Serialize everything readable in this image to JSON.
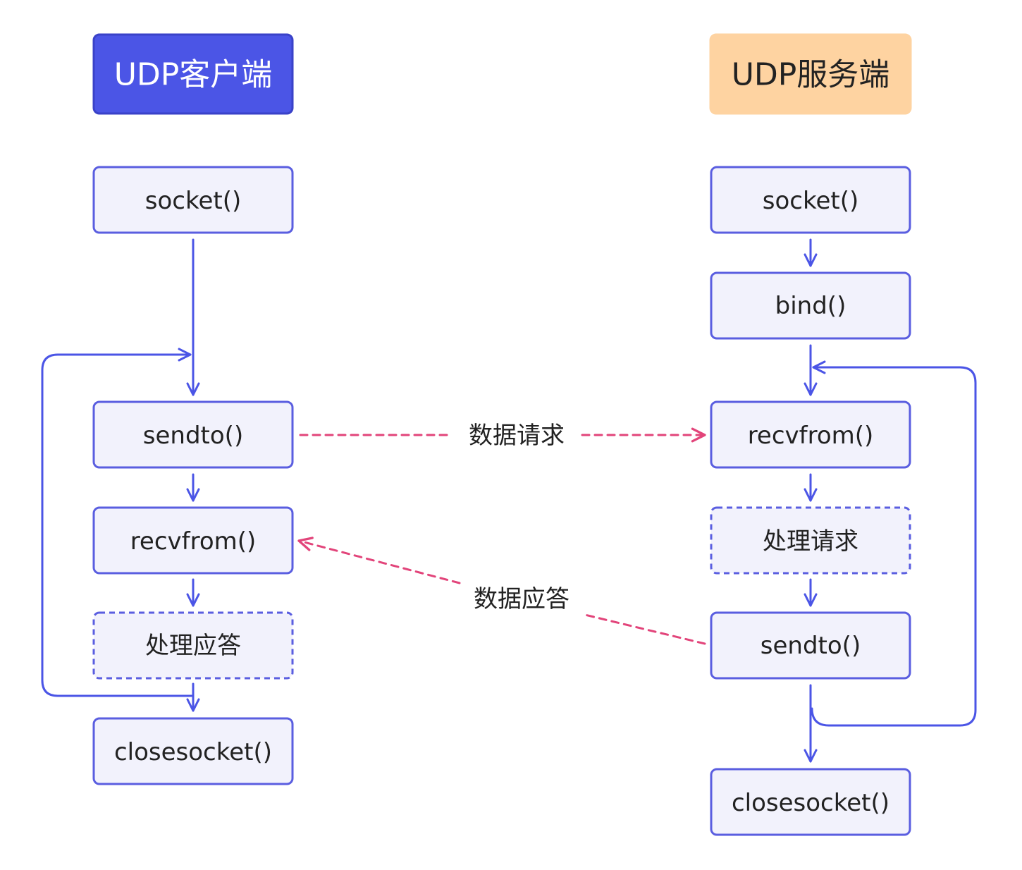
{
  "client": {
    "title": "UDP客户端",
    "steps": {
      "socket": "socket()",
      "sendto": "sendto()",
      "recvfrom": "recvfrom()",
      "handle": "处理应答",
      "close": "closesocket()"
    }
  },
  "server": {
    "title": "UDP服务端",
    "steps": {
      "socket": "socket()",
      "bind": "bind()",
      "recvfrom": "recvfrom()",
      "handle": "处理请求",
      "sendto": "sendto()",
      "close": "closesocket()"
    }
  },
  "messages": {
    "request": "数据请求",
    "response": "数据应答"
  },
  "colors": {
    "client_header": "#4b55e6",
    "server_header": "#fed3a1",
    "node_fill": "#f2f2fc",
    "node_stroke": "#5a5ee0",
    "flow_line": "#4b55e6",
    "message_line": "#e2447a"
  }
}
